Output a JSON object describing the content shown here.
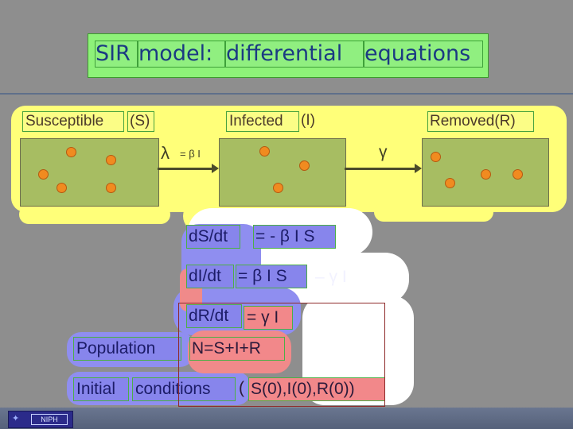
{
  "slide": {
    "title_words": [
      "SIR",
      "model:",
      "differential",
      "equations"
    ]
  },
  "compartments": [
    {
      "label_main": "Susceptible",
      "label_extra": "(S)"
    },
    {
      "label_main": "Infected",
      "label_extra": "(I)"
    },
    {
      "label_main": "Removed(R)",
      "label_extra": ""
    }
  ],
  "rates": {
    "infection_symbol": "λ",
    "infection_expr": "= β I",
    "removal_symbol": "γ"
  },
  "equations": {
    "dS_lhs": "dS/dt",
    "dS_rhs": "= - β I S",
    "dI_lhs": "dI/dt",
    "dI_rhs_a": "= β I S",
    "dI_rhs_b": "– γ I",
    "dR_lhs": "dR/dt",
    "dR_rhs": "= γ I",
    "population_label": "Population",
    "population_expr": "N=S+I+R",
    "initial_word1": "Initial",
    "initial_word2": "conditions",
    "initial_open": "(",
    "initial_expr": "S(0),I(0),R(0))"
  },
  "footer": {
    "logo_text": "NIPH"
  },
  "colors": {
    "background": "#8e8e8e",
    "title_fill": "#8ef279",
    "diagram_highlight": "#ffff79",
    "compartment_fill": "#a7bd62",
    "dot_fill": "#f08b20",
    "equation_blue": "#8785ec",
    "equation_pink": "#f2888a"
  }
}
